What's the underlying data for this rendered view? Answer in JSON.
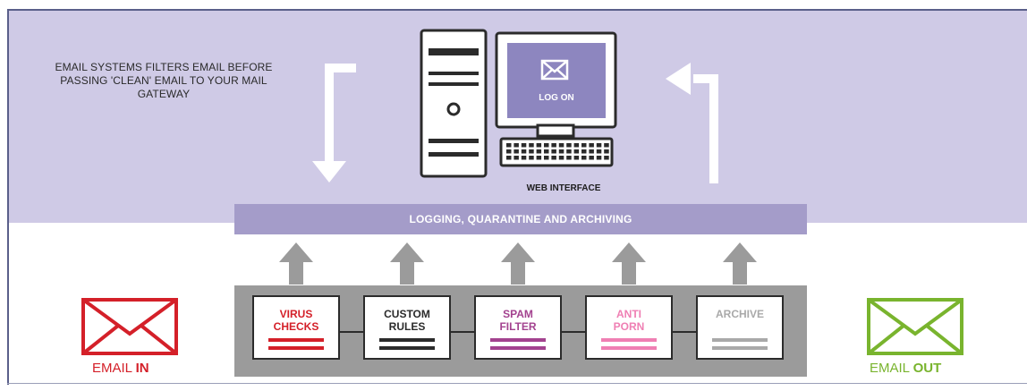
{
  "intro_text": "EMAIL SYSTEMS FILTERS EMAIL BEFORE PASSING 'CLEAN' EMAIL TO YOUR MAIL GATEWAY",
  "monitor_text": "LOG ON",
  "web_interface_label": "WEB INTERFACE",
  "logging_bar_label": "LOGGING, QUARANTINE AND ARCHIVING",
  "filters": [
    {
      "line1": "VIRUS",
      "line2": "CHECKS",
      "color": "#d42029"
    },
    {
      "line1": "CUSTOM",
      "line2": "RULES",
      "color": "#2b2b2b"
    },
    {
      "line1": "SPAM",
      "line2": "FILTER",
      "color": "#a3428f"
    },
    {
      "line1": "ANTI",
      "line2": "PORN",
      "color": "#ef7fb3"
    },
    {
      "line1": "ARCHIVE",
      "line2": "",
      "color": "#a9a9a9"
    }
  ],
  "email_in": {
    "prefix": "EMAIL ",
    "strong": "IN",
    "color": "#d42029"
  },
  "email_out": {
    "prefix": "EMAIL ",
    "strong": "OUT",
    "color": "#79b42e"
  },
  "colors": {
    "band": "#cfcae6",
    "log_bar": "#a49cc9",
    "arrow_gray": "#9b9b9b",
    "tray": "#9b9b9b",
    "screen": "#8d86bf"
  }
}
